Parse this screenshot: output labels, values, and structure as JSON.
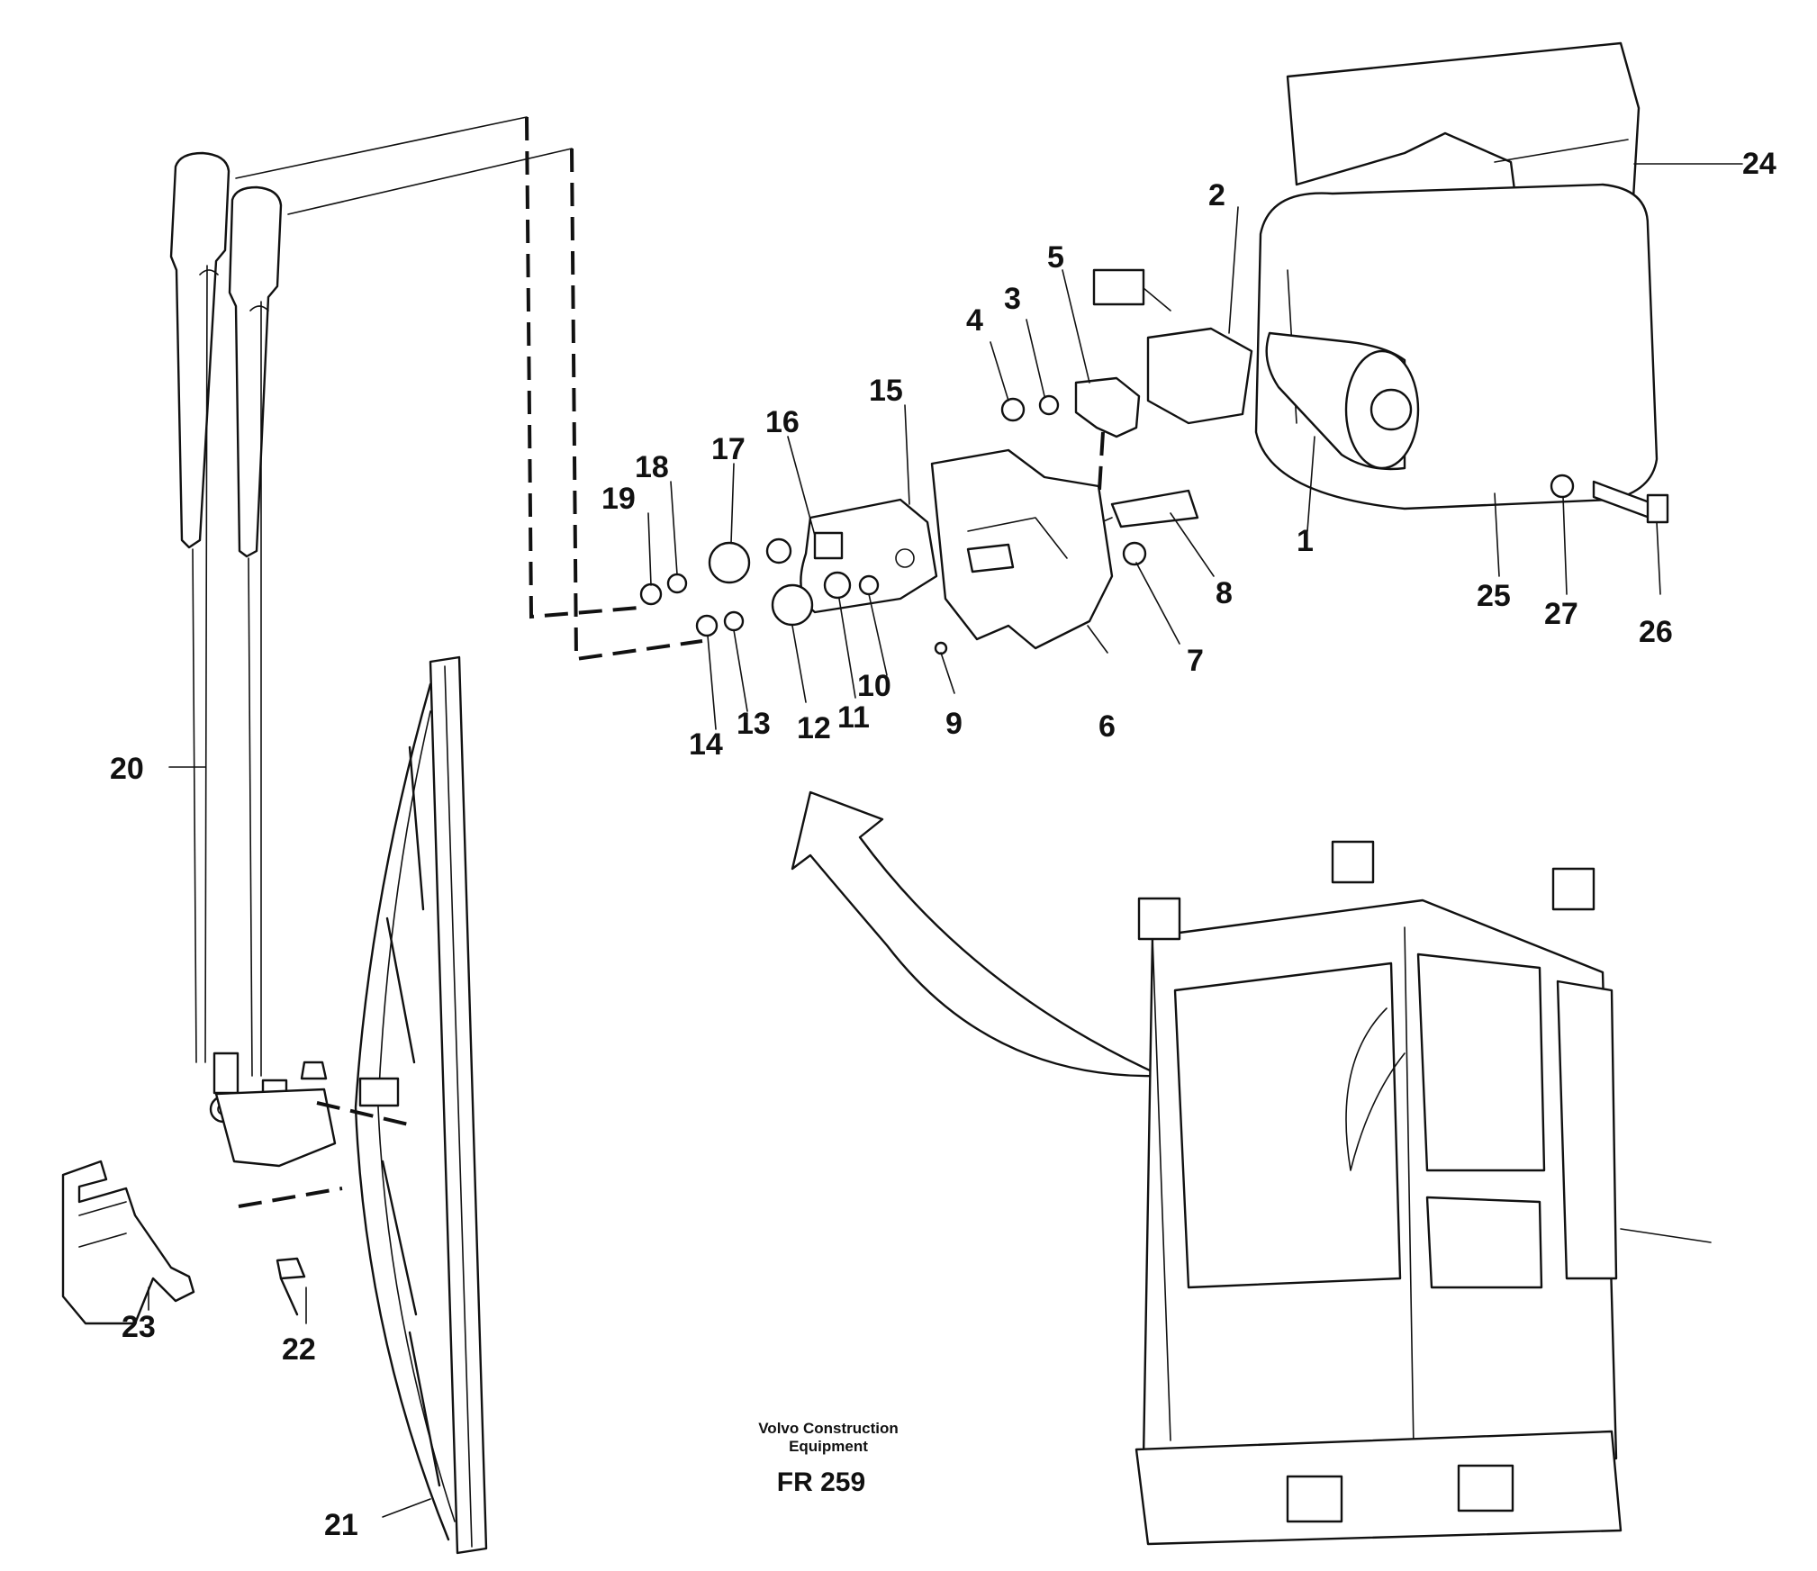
{
  "callouts": [
    "1",
    "2",
    "3",
    "4",
    "5",
    "6",
    "7",
    "8",
    "9",
    "10",
    "11",
    "12",
    "13",
    "14",
    "15",
    "16",
    "17",
    "18",
    "19",
    "20",
    "21",
    "22",
    "23",
    "24",
    "25",
    "26",
    "27"
  ],
  "caption": {
    "line1": "Volvo Construction",
    "line2": "Equipment",
    "code": "FR 259"
  }
}
